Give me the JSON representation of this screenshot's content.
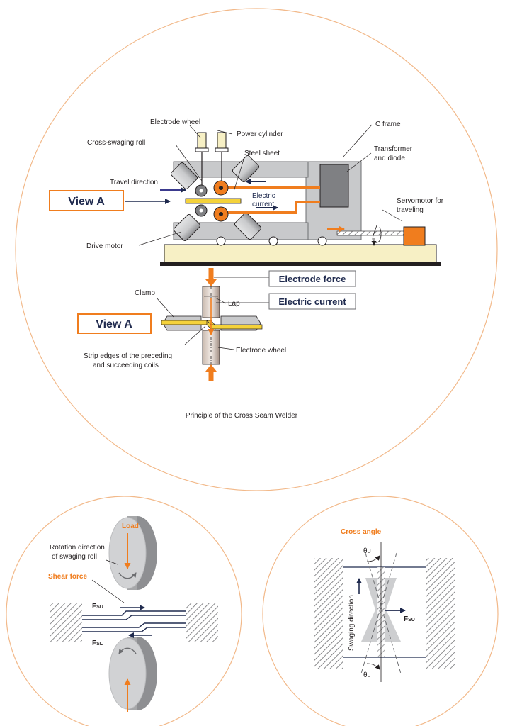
{
  "top_diagram": {
    "labels": {
      "electrode_wheel": "Electrode wheel",
      "power_cylinder": "Power cylinder",
      "c_frame": "C frame",
      "cross_swaging_roll": "Cross-swaging roll",
      "steel_sheet": "Steel sheet",
      "transformer_line1": "Transformer",
      "transformer_line2": "and diode",
      "travel_direction": "Travel direction",
      "electric_current_line1": "Electric",
      "electric_current_line2": "current",
      "servomotor_line1": "Servomotor for",
      "servomotor_line2": "traveling",
      "drive_motor": "Drive motor",
      "view_a": "View A"
    }
  },
  "detail_view": {
    "labels": {
      "electrode_force": "Electrode force",
      "electric_current": "Electric current",
      "clamp": "Clamp",
      "lap": "Lap",
      "view_a": "View A",
      "strip_edges_line1": "Strip edges of the preceding",
      "strip_edges_line2": "and succeeding coils",
      "electrode_wheel": "Electrode wheel"
    }
  },
  "caption": "Principle of the Cross Seam Welder",
  "bottom_left": {
    "load": "Load",
    "rotation_line1": "Rotation direction",
    "rotation_line2": "of swaging roll",
    "shear_force": "Shear force",
    "fsu_main": "F",
    "fsu_sub": "SU",
    "fsl_main": "F",
    "fsl_sub": "SL"
  },
  "bottom_right": {
    "cross_angle": "Cross angle",
    "theta_u_main": "θ",
    "theta_u_sub": "U",
    "theta_l_main": "θ",
    "theta_l_sub": "L",
    "swaging_direction": "Swaging direction",
    "fsu_main": "F",
    "fsu_sub": "SU"
  },
  "colors": {
    "orange": "#f07d1e",
    "navy": "#1f2a4e",
    "gray_frame": "#c8c9cb",
    "dark_gray": "#7f8083",
    "sheet_yellow": "#f4d23a",
    "base_cream": "#f7f0c5",
    "circle_stroke": "#f2b98a"
  }
}
